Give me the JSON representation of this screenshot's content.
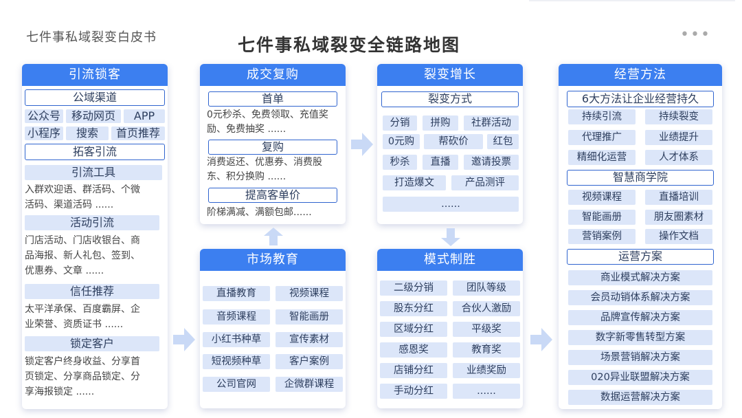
{
  "doc_title": "七件事私域裂变白皮书",
  "main_title": "七件事私域裂变全链路地图",
  "col1": {
    "title": "引流锁客",
    "public_channel": "公域渠道",
    "channel_items": [
      "公众号",
      "移动网页",
      "APP",
      "小程序",
      "搜索",
      "首页推荐"
    ],
    "expand": "拓客引流",
    "tool_title": "引流工具",
    "tool_text": [
      "入群欢迎语、群活码、个微",
      "活码、渠道活码 ......"
    ],
    "activity_title": "活动引流",
    "activity_text": [
      "门店活动、门店收银台、商",
      "品海报、新人礼包、签到、",
      "优惠券、文章 ......"
    ],
    "trust_title": "信任推荐",
    "trust_text": [
      "太平洋承保、百度霸屏、企",
      "业荣誉、资质证书 ......"
    ],
    "lock_title": "锁定客户",
    "lock_text": [
      "锁定客户终身收益、分享首",
      "页锁定、分享商品锁定、分",
      "享海报锁定 ......"
    ]
  },
  "col2": {
    "title": "成交复购",
    "first_title": "首单",
    "first_text": [
      "0元秒杀、免费领取、充值奖",
      "励、免费抽奖 ......"
    ],
    "repeat_title": "复购",
    "repeat_text": [
      "消费返还、优惠券、消费股",
      "东、积分换购 ......"
    ],
    "price_title": "提高客单价",
    "price_text": [
      "阶梯满减、满额包邮......"
    ]
  },
  "col2b": {
    "title": "市场教育",
    "items": [
      "直播教育",
      "视频课程",
      "音频课程",
      "智能画册",
      "小红书种草",
      "宣传素材",
      "短视频种草",
      "客户案例",
      "公司官网",
      "企微群课程"
    ]
  },
  "col3": {
    "title": "裂变增长",
    "method_title": "裂变方式",
    "items": [
      "分销",
      "拼购",
      "社群活动",
      "0元购",
      "帮砍价",
      "红包",
      "秒杀",
      "直播",
      "邀请投票",
      "打造爆文",
      "产品测评"
    ],
    "more": "......"
  },
  "col3b": {
    "title": "模式制胜",
    "items": [
      "二级分销",
      "团队等级",
      "股东分红",
      "合伙人激励",
      "区域分红",
      "平级奖",
      "感恩奖",
      "教育奖",
      "店铺分红",
      "业绩奖励",
      "手动分红",
      "......"
    ]
  },
  "col4": {
    "title": "经营方法",
    "methods_title": "6大方法让企业经营持久",
    "methods": [
      "持续引流",
      "持续裂变",
      "代理推广",
      "业绩提升",
      "精细化运营",
      "人才体系"
    ],
    "academy_title": "智慧商学院",
    "academy": [
      "视频课程",
      "直播培训",
      "智能画册",
      "朋友圈素材",
      "营销案例",
      "操作文档"
    ],
    "ops_title": "运营方案",
    "ops": [
      "商业模式解决方案",
      "会员动销体系解决方案",
      "品牌宣传解决方案",
      "数字新零售转型方案",
      "场景营销解决方案",
      "020异业联盟解决方案",
      "数据运营解决方案"
    ]
  },
  "colors": {
    "head": "#3c7ff0",
    "chip": "#dce6f9",
    "outline": "#2f64cf",
    "arrow": "#c9d9f6"
  }
}
